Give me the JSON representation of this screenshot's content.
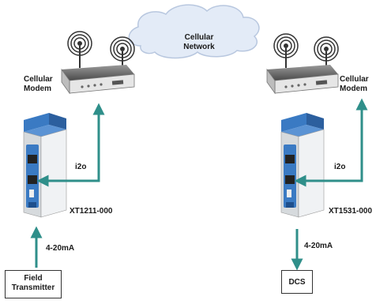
{
  "cloud_label": "Cellular\nNetwork",
  "left": {
    "modem_label": "Cellular\nModem",
    "link_label": "i2o",
    "device_label": "XT1211-000",
    "signal_label": "4-20mA",
    "endpoint_label": "Field\nTransmitter"
  },
  "right": {
    "modem_label": "Cellular\nModem",
    "link_label": "i2o",
    "device_label": "XT1531-000",
    "signal_label": "4-20mA",
    "endpoint_label": "DCS"
  },
  "colors": {
    "arrow": "#2f8f8a",
    "cloud_fill": "#e3ebf7",
    "device_blue": "#3a7ac3",
    "device_body": "#f0f2f4"
  }
}
